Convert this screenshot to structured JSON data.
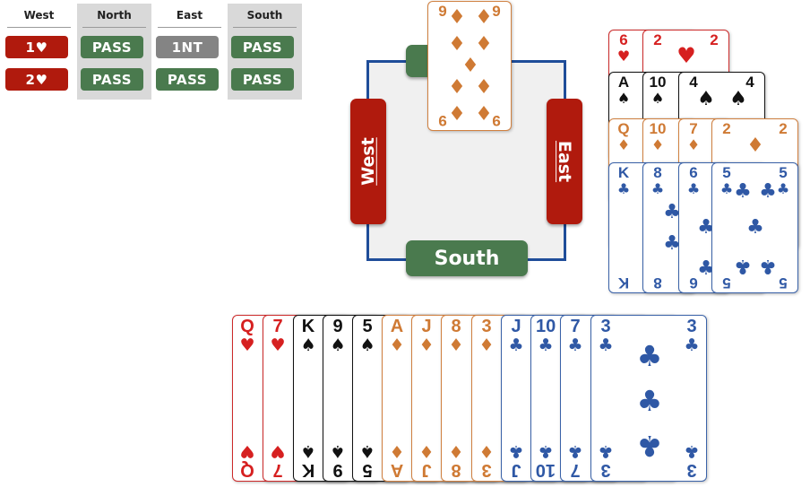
{
  "bidding": {
    "headers": {
      "west": "West",
      "north": "North",
      "east": "East",
      "south": "South"
    },
    "rows": [
      {
        "west": "1♥",
        "north": "PASS",
        "east": "1NT",
        "south": "PASS"
      },
      {
        "west": "2♥",
        "north": "PASS",
        "east": "PASS",
        "south": "PASS"
      }
    ]
  },
  "seats": {
    "west": "West",
    "east": "East",
    "south": "South"
  },
  "trick_card": {
    "rank": "9",
    "suit": "♦"
  },
  "dummy_hand": {
    "hearts": [
      {
        "rank": "6",
        "suit": "♥"
      },
      {
        "rank": "2",
        "suit": "♥"
      }
    ],
    "spades": [
      {
        "rank": "A",
        "suit": "♠"
      },
      {
        "rank": "10",
        "suit": "♠"
      },
      {
        "rank": "4",
        "suit": "♠"
      }
    ],
    "diamonds": [
      {
        "rank": "Q",
        "suit": "♦"
      },
      {
        "rank": "10",
        "suit": "♦"
      },
      {
        "rank": "7",
        "suit": "♦"
      },
      {
        "rank": "2",
        "suit": "♦"
      }
    ],
    "clubs": [
      {
        "rank": "K",
        "suit": "♣"
      },
      {
        "rank": "8",
        "suit": "♣"
      },
      {
        "rank": "6",
        "suit": "♣"
      },
      {
        "rank": "5",
        "suit": "♣"
      }
    ]
  },
  "south_hand": [
    {
      "rank": "Q",
      "suit": "♥"
    },
    {
      "rank": "7",
      "suit": "♥"
    },
    {
      "rank": "K",
      "suit": "♠"
    },
    {
      "rank": "9",
      "suit": "♠"
    },
    {
      "rank": "5",
      "suit": "♠"
    },
    {
      "rank": "A",
      "suit": "♦"
    },
    {
      "rank": "J",
      "suit": "♦"
    },
    {
      "rank": "8",
      "suit": "♦"
    },
    {
      "rank": "3",
      "suit": "♦"
    },
    {
      "rank": "J",
      "suit": "♣"
    },
    {
      "rank": "10",
      "suit": "♣"
    },
    {
      "rank": "7",
      "suit": "♣"
    },
    {
      "rank": "3",
      "suit": "♣"
    }
  ],
  "colors": {
    "hearts": "#d62020",
    "spades": "#111111",
    "diamonds": "#cf7a34",
    "clubs": "#2f58a5",
    "seat_green": "#4a7a4e",
    "seat_red": "#b01a0d",
    "table_border": "#1f4d99"
  }
}
